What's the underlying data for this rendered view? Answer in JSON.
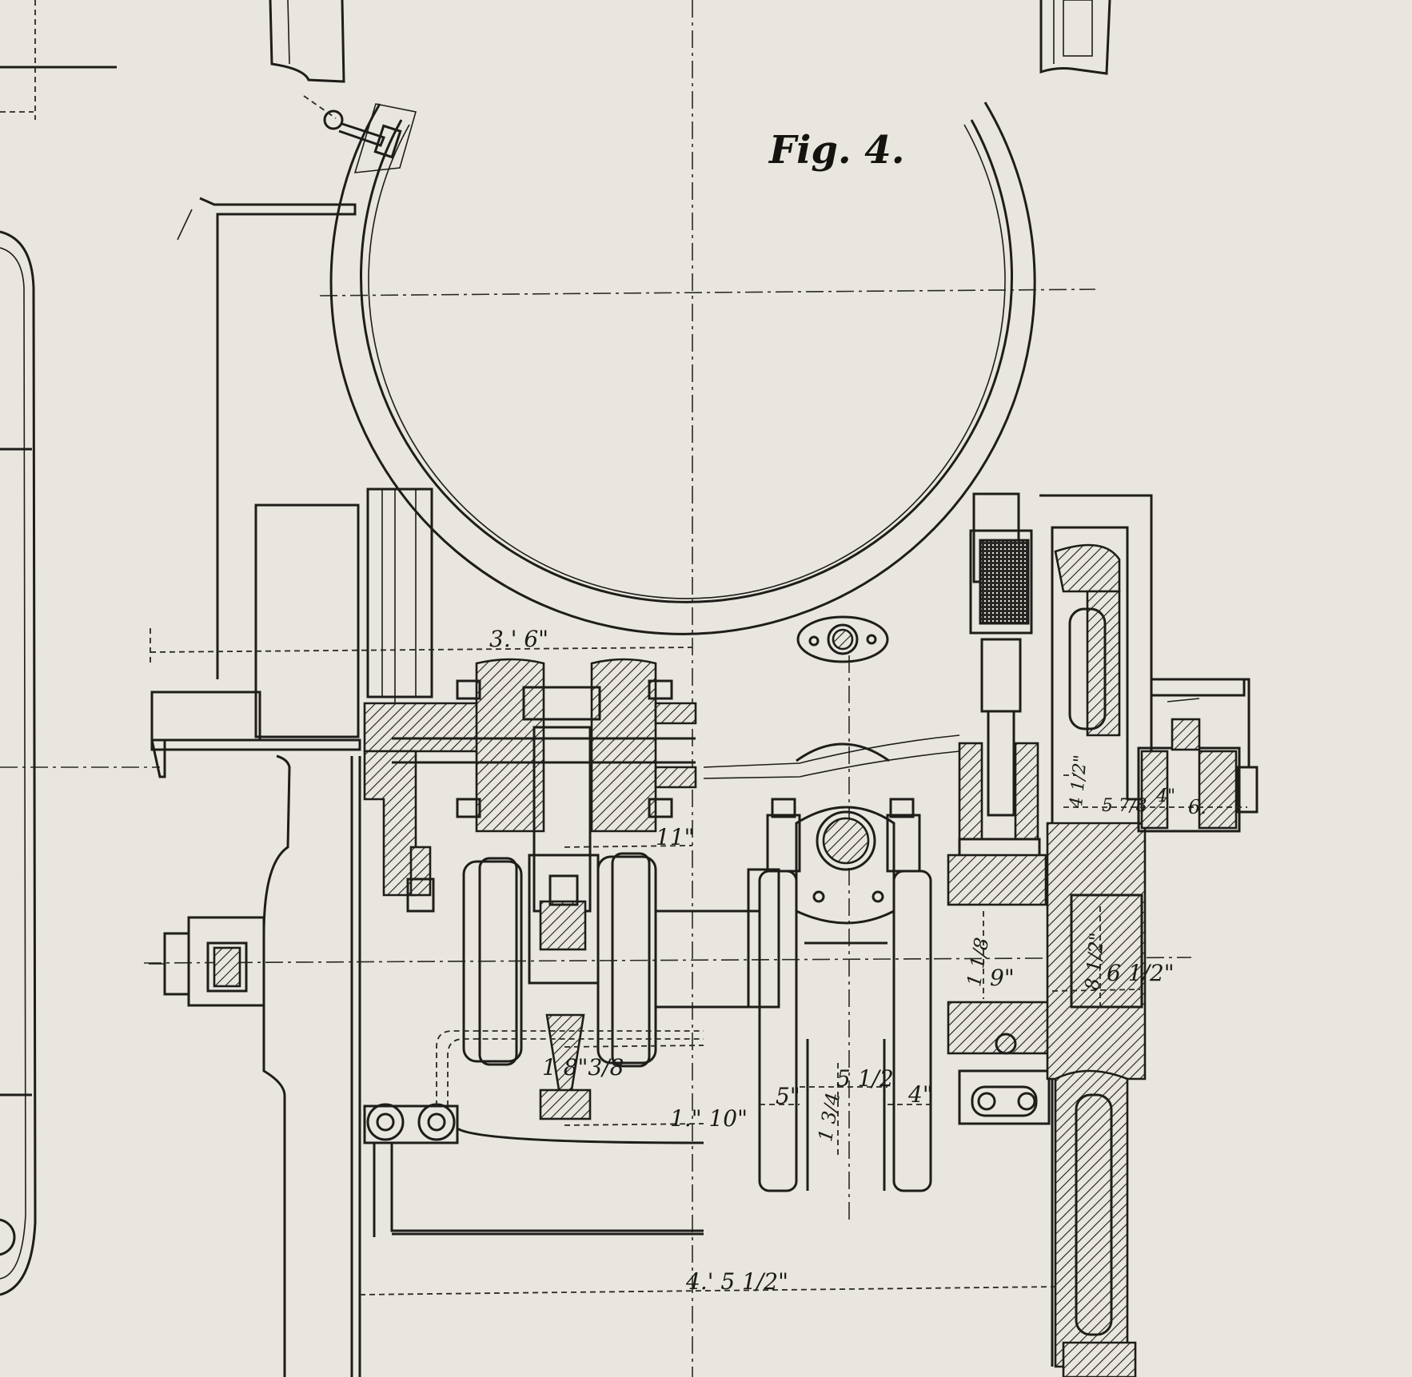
{
  "figure": {
    "title": "Fig. 4.",
    "colors": {
      "paper": "#e9e6df",
      "ink": "#1f1d1a"
    }
  },
  "dimensions": [
    {
      "id": "d1",
      "text": "3.' 6\""
    },
    {
      "id": "d2",
      "text": "11\""
    },
    {
      "id": "d3",
      "text": "1 8\"3/8"
    },
    {
      "id": "d4",
      "text": "1.\" 10\""
    },
    {
      "id": "d5",
      "text": "5\""
    },
    {
      "id": "d6",
      "text": "5 1/2"
    },
    {
      "id": "d7",
      "text": "4\""
    },
    {
      "id": "d8",
      "text": "1 3/4"
    },
    {
      "id": "d9",
      "text": "4.' 5 1/2\""
    },
    {
      "id": "d10",
      "text": "1 1/8"
    },
    {
      "id": "d11",
      "text": "9\""
    },
    {
      "id": "d12",
      "text": "8 1/2\""
    },
    {
      "id": "d13",
      "text": "6 1/2\""
    },
    {
      "id": "d14",
      "text": "4 1/2\""
    },
    {
      "id": "d15",
      "text": "5 7/8"
    },
    {
      "id": "d16",
      "text": "4\""
    },
    {
      "id": "d17",
      "text": "6."
    }
  ]
}
